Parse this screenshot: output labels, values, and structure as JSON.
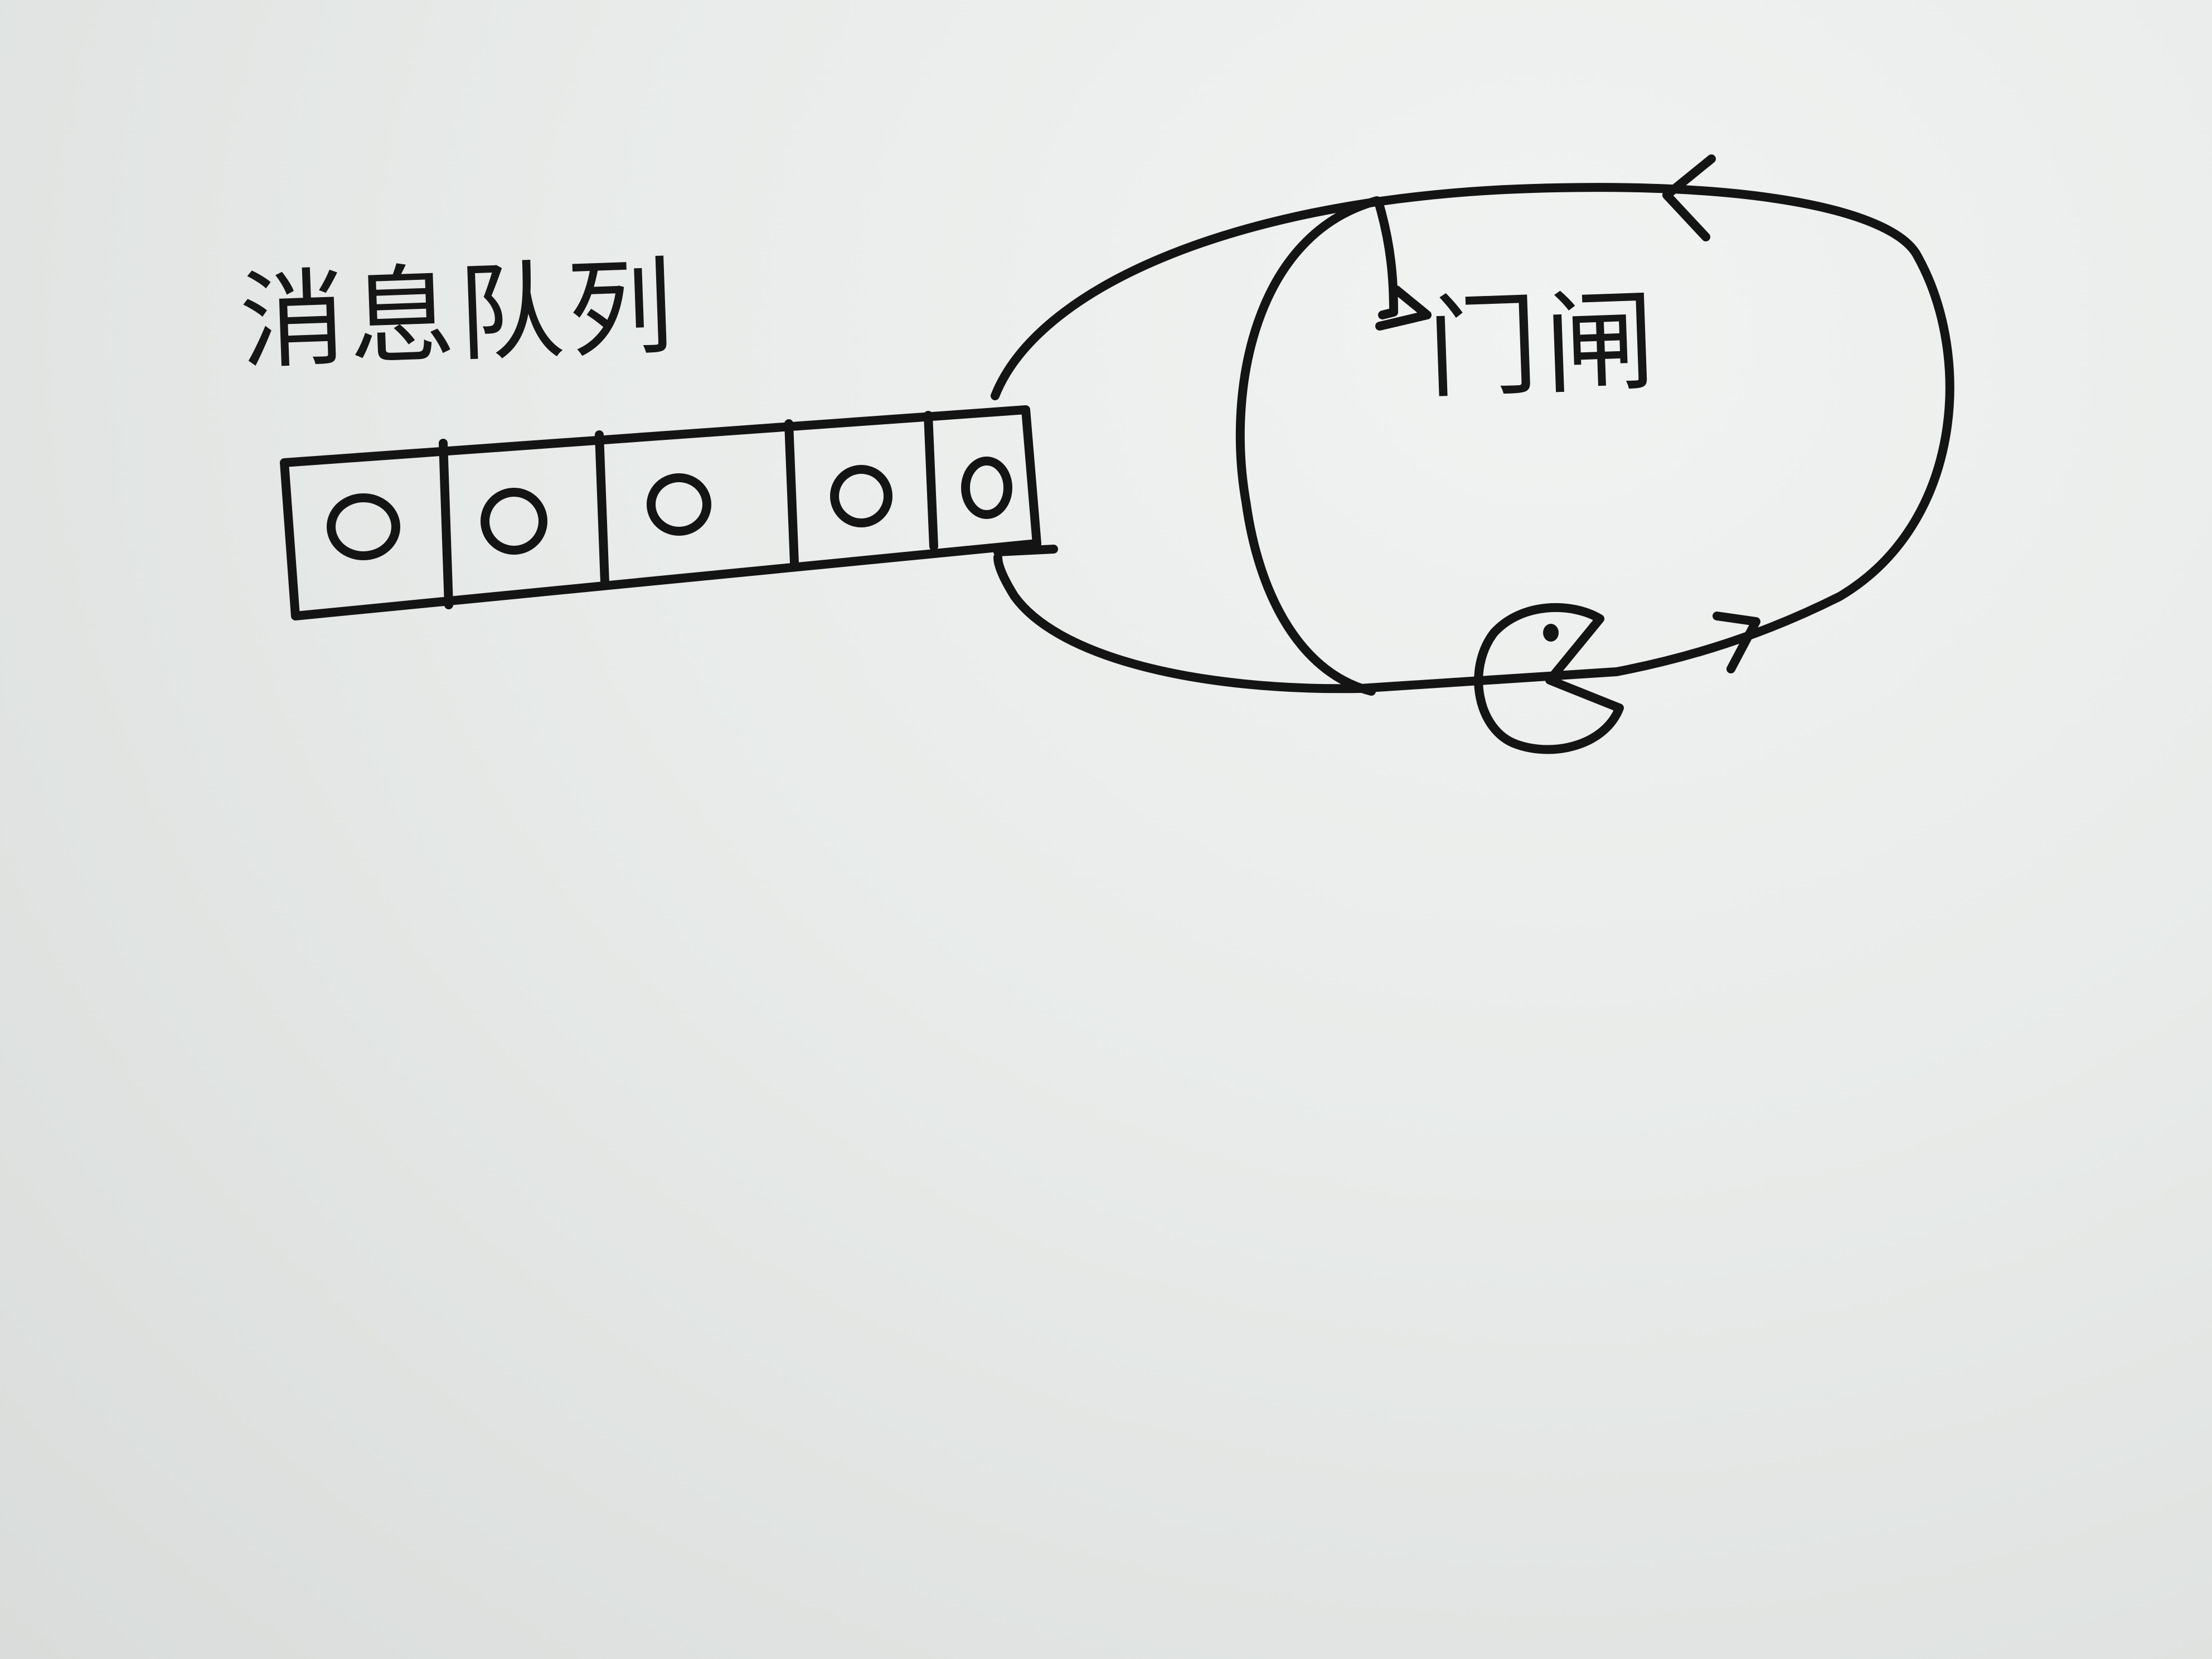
{
  "labels": {
    "queue": "消息队列",
    "gate": "门闸"
  },
  "queue": {
    "slot_count": 5,
    "slots": [
      "o",
      "o",
      "o",
      "o",
      "o"
    ]
  },
  "colors": {
    "paper": "#e9ecea",
    "ink": "#141414"
  },
  "icons": [
    "pacman-icon",
    "loop-arrow-icon",
    "gate-arrow-icon"
  ]
}
